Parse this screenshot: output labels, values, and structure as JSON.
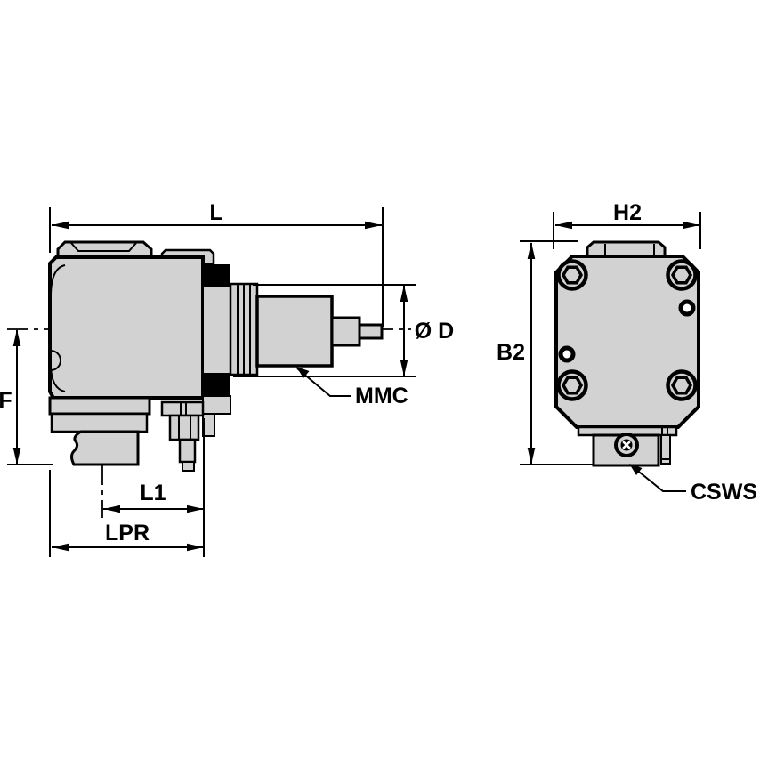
{
  "labels": {
    "length_total": "L",
    "diameter": "Ø D",
    "height_f": "F",
    "coupling": "MMC",
    "length_l1": "L1",
    "length_lpr": "LPR",
    "width_h2": "H2",
    "height_b2": "B2",
    "shank": "CSWS"
  },
  "colors": {
    "part_fill": "#d2d2d2",
    "line_color": "#000000",
    "background": "#ffffff"
  }
}
